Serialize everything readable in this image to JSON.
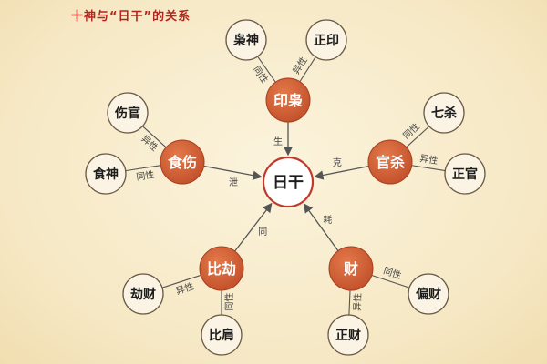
{
  "title": "十神与“日干”的关系",
  "colors": {
    "center_fill": "#ffffff",
    "center_stroke": "#c0392b",
    "hub_fill": "#c2502b",
    "hub_text": "#ffffff",
    "leaf_fill": "#fbf4e4",
    "leaf_stroke": "#6b5a46",
    "line": "#555555",
    "text": "#1c1c1c"
  },
  "center": {
    "label": "日干"
  },
  "hubs": [
    {
      "id": "yinxiao",
      "label": "印枭",
      "relation": "生"
    },
    {
      "id": "guansha",
      "label": "官杀",
      "relation": "克"
    },
    {
      "id": "cai",
      "label": "财",
      "relation": "耗"
    },
    {
      "id": "bijie",
      "label": "比劫",
      "relation": "同"
    },
    {
      "id": "shishang",
      "label": "食伤",
      "relation": "泄"
    }
  ],
  "leaves": [
    {
      "label": "枭神",
      "hub": "yinxiao",
      "relation": "同性"
    },
    {
      "label": "正印",
      "hub": "yinxiao",
      "relation": "异性"
    },
    {
      "label": "七杀",
      "hub": "guansha",
      "relation": "同性"
    },
    {
      "label": "正官",
      "hub": "guansha",
      "relation": "异性"
    },
    {
      "label": "偏财",
      "hub": "cai",
      "relation": "同性"
    },
    {
      "label": "正财",
      "hub": "cai",
      "relation": "异性"
    },
    {
      "label": "劫财",
      "hub": "bijie",
      "relation": "异性"
    },
    {
      "label": "比肩",
      "hub": "bijie",
      "relation": "同性"
    },
    {
      "label": "伤官",
      "hub": "shishang",
      "relation": "异性"
    },
    {
      "label": "食神",
      "hub": "shishang",
      "relation": "同性"
    }
  ]
}
